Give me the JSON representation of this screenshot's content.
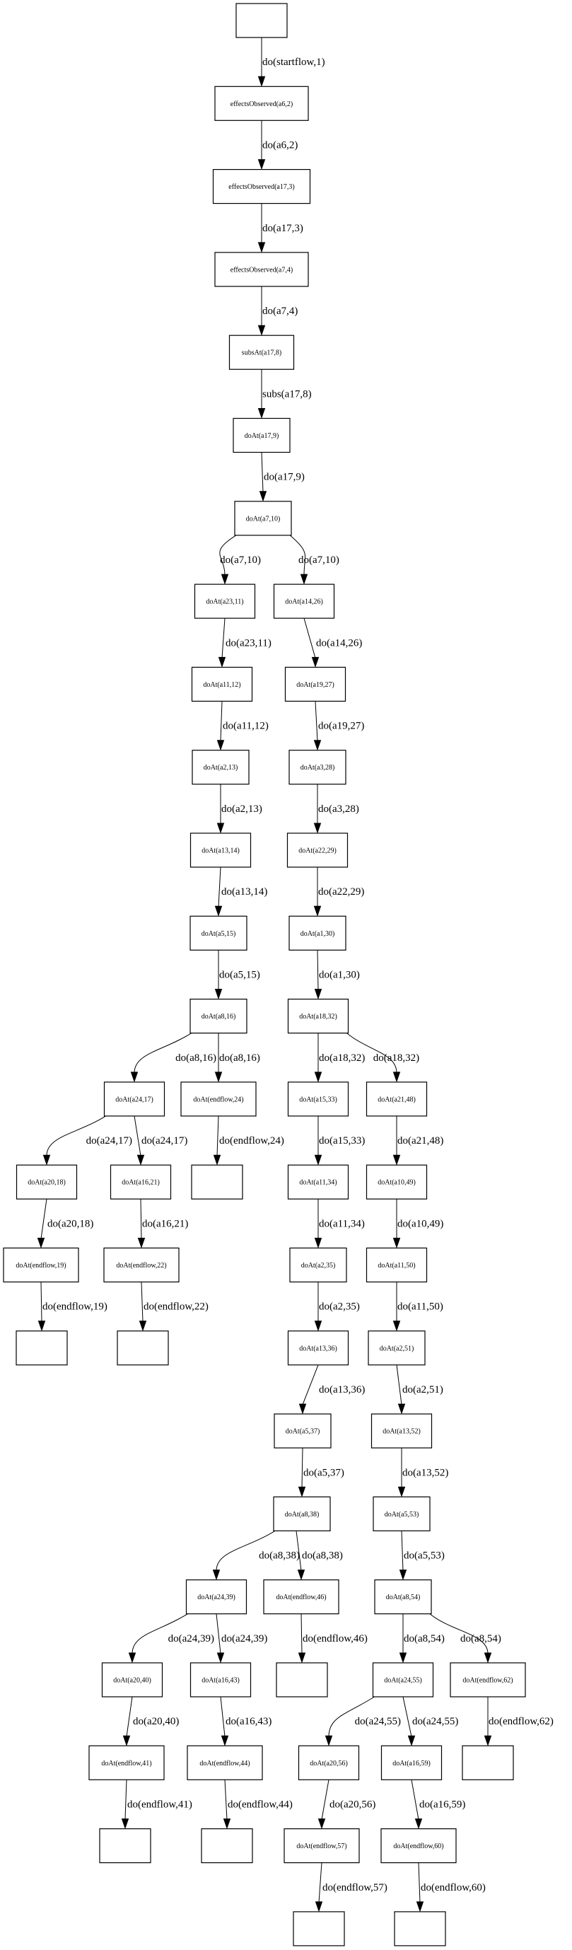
{
  "nodes": [
    {
      "id": "n0",
      "label": ""
    },
    {
      "id": "n1",
      "label": "effectsObserved(a6,2)"
    },
    {
      "id": "n2",
      "label": "effectsObserved(a17,3)"
    },
    {
      "id": "n3",
      "label": "effectsObserved(a7,4)"
    },
    {
      "id": "n4",
      "label": "subsAt(a17,8)"
    },
    {
      "id": "n5",
      "label": "doAt(a17,9)"
    },
    {
      "id": "n6",
      "label": "doAt(a7,10)"
    },
    {
      "id": "n7",
      "label": "doAt(a23,11)"
    },
    {
      "id": "n8",
      "label": "doAt(a14,26)"
    },
    {
      "id": "n9",
      "label": "doAt(a11,12)"
    },
    {
      "id": "n10",
      "label": "doAt(a19,27)"
    },
    {
      "id": "n11",
      "label": "doAt(a2,13)"
    },
    {
      "id": "n12",
      "label": "doAt(a3,28)"
    },
    {
      "id": "n13",
      "label": "doAt(a13,14)"
    },
    {
      "id": "n14",
      "label": "doAt(a22,29)"
    },
    {
      "id": "n15",
      "label": "doAt(a5,15)"
    },
    {
      "id": "n16",
      "label": "doAt(a1,30)"
    },
    {
      "id": "n17",
      "label": "doAt(a8,16)"
    },
    {
      "id": "n18",
      "label": "doAt(a18,32)"
    },
    {
      "id": "n19",
      "label": "doAt(a24,17)"
    },
    {
      "id": "n20",
      "label": "doAt(endflow,24)"
    },
    {
      "id": "n21",
      "label": "doAt(a15,33)"
    },
    {
      "id": "n22",
      "label": "doAt(a21,48)"
    },
    {
      "id": "n23",
      "label": "doAt(a20,18)"
    },
    {
      "id": "n24",
      "label": "doAt(a16,21)"
    },
    {
      "id": "n25",
      "label": ""
    },
    {
      "id": "n26",
      "label": "doAt(a11,34)"
    },
    {
      "id": "n27",
      "label": "doAt(a10,49)"
    },
    {
      "id": "n28",
      "label": "doAt(endflow,19)"
    },
    {
      "id": "n29",
      "label": "doAt(endflow,22)"
    },
    {
      "id": "n30",
      "label": "doAt(a2,35)"
    },
    {
      "id": "n31",
      "label": "doAt(a11,50)"
    },
    {
      "id": "n32",
      "label": ""
    },
    {
      "id": "n33",
      "label": ""
    },
    {
      "id": "n34",
      "label": "doAt(a13,36)"
    },
    {
      "id": "n35",
      "label": "doAt(a2,51)"
    },
    {
      "id": "n36",
      "label": "doAt(a5,37)"
    },
    {
      "id": "n37",
      "label": "doAt(a13,52)"
    },
    {
      "id": "n38",
      "label": "doAt(a8,38)"
    },
    {
      "id": "n39",
      "label": "doAt(a5,53)"
    },
    {
      "id": "n40",
      "label": "doAt(a24,39)"
    },
    {
      "id": "n41",
      "label": "doAt(endflow,46)"
    },
    {
      "id": "n42",
      "label": "doAt(a8,54)"
    },
    {
      "id": "n43",
      "label": "doAt(a20,40)"
    },
    {
      "id": "n44",
      "label": "doAt(a16,43)"
    },
    {
      "id": "n45",
      "label": ""
    },
    {
      "id": "n46",
      "label": "doAt(a24,55)"
    },
    {
      "id": "n47",
      "label": "doAt(endflow,62)"
    },
    {
      "id": "n48",
      "label": "doAt(endflow,41)"
    },
    {
      "id": "n49",
      "label": "doAt(endflow,44)"
    },
    {
      "id": "n50",
      "label": "doAt(a20,56)"
    },
    {
      "id": "n51",
      "label": "doAt(a16,59)"
    },
    {
      "id": "n52",
      "label": ""
    },
    {
      "id": "n53",
      "label": ""
    },
    {
      "id": "n54",
      "label": "doAt(endflow,57)"
    },
    {
      "id": "n55",
      "label": "doAt(endflow,60)"
    },
    {
      "id": "n56",
      "label": ""
    },
    {
      "id": "n57",
      "label": ""
    },
    {
      "id": "n58",
      "label": ""
    }
  ],
  "edges": [
    {
      "from": "n0",
      "to": "n1",
      "label": "do(startflow,1)"
    },
    {
      "from": "n1",
      "to": "n2",
      "label": "do(a6,2)"
    },
    {
      "from": "n2",
      "to": "n3",
      "label": "do(a17,3)"
    },
    {
      "from": "n3",
      "to": "n4",
      "label": "do(a7,4)"
    },
    {
      "from": "n4",
      "to": "n5",
      "label": "subs(a17,8)"
    },
    {
      "from": "n5",
      "to": "n6",
      "label": "do(a17,9)"
    },
    {
      "from": "n6",
      "to": "n7",
      "label": "do(a7,10)"
    },
    {
      "from": "n6",
      "to": "n8",
      "label": "do(a7,10)"
    },
    {
      "from": "n7",
      "to": "n9",
      "label": "do(a23,11)"
    },
    {
      "from": "n8",
      "to": "n10",
      "label": "do(a14,26)"
    },
    {
      "from": "n9",
      "to": "n11",
      "label": "do(a11,12)"
    },
    {
      "from": "n10",
      "to": "n12",
      "label": "do(a19,27)"
    },
    {
      "from": "n11",
      "to": "n13",
      "label": "do(a2,13)"
    },
    {
      "from": "n12",
      "to": "n14",
      "label": "do(a3,28)"
    },
    {
      "from": "n13",
      "to": "n15",
      "label": "do(a13,14)"
    },
    {
      "from": "n14",
      "to": "n16",
      "label": "do(a22,29)"
    },
    {
      "from": "n15",
      "to": "n17",
      "label": "do(a5,15)"
    },
    {
      "from": "n16",
      "to": "n18",
      "label": "do(a1,30)"
    },
    {
      "from": "n17",
      "to": "n19",
      "label": "do(a8,16)"
    },
    {
      "from": "n17",
      "to": "n20",
      "label": "do(a8,16)"
    },
    {
      "from": "n18",
      "to": "n21",
      "label": "do(a18,32)"
    },
    {
      "from": "n18",
      "to": "n22",
      "label": "do(a18,32)"
    },
    {
      "from": "n19",
      "to": "n23",
      "label": "do(a24,17)"
    },
    {
      "from": "n19",
      "to": "n24",
      "label": "do(a24,17)"
    },
    {
      "from": "n20",
      "to": "n25",
      "label": "do(endflow,24)"
    },
    {
      "from": "n21",
      "to": "n26",
      "label": "do(a15,33)"
    },
    {
      "from": "n22",
      "to": "n27",
      "label": "do(a21,48)"
    },
    {
      "from": "n23",
      "to": "n28",
      "label": "do(a20,18)"
    },
    {
      "from": "n24",
      "to": "n29",
      "label": "do(a16,21)"
    },
    {
      "from": "n26",
      "to": "n30",
      "label": "do(a11,34)"
    },
    {
      "from": "n27",
      "to": "n31",
      "label": "do(a10,49)"
    },
    {
      "from": "n28",
      "to": "n32",
      "label": "do(endflow,19)"
    },
    {
      "from": "n29",
      "to": "n33",
      "label": "do(endflow,22)"
    },
    {
      "from": "n30",
      "to": "n34",
      "label": "do(a2,35)"
    },
    {
      "from": "n31",
      "to": "n35",
      "label": "do(a11,50)"
    },
    {
      "from": "n34",
      "to": "n36",
      "label": "do(a13,36)"
    },
    {
      "from": "n35",
      "to": "n37",
      "label": "do(a2,51)"
    },
    {
      "from": "n36",
      "to": "n38",
      "label": "do(a5,37)"
    },
    {
      "from": "n37",
      "to": "n39",
      "label": "do(a13,52)"
    },
    {
      "from": "n38",
      "to": "n40",
      "label": "do(a8,38)"
    },
    {
      "from": "n38",
      "to": "n41",
      "label": "do(a8,38)"
    },
    {
      "from": "n39",
      "to": "n42",
      "label": "do(a5,53)"
    },
    {
      "from": "n40",
      "to": "n43",
      "label": "do(a24,39)"
    },
    {
      "from": "n40",
      "to": "n44",
      "label": "do(a24,39)"
    },
    {
      "from": "n41",
      "to": "n45",
      "label": "do(endflow,46)"
    },
    {
      "from": "n42",
      "to": "n46",
      "label": "do(a8,54)"
    },
    {
      "from": "n42",
      "to": "n47",
      "label": "do(a8,54)"
    },
    {
      "from": "n43",
      "to": "n48",
      "label": "do(a20,40)"
    },
    {
      "from": "n44",
      "to": "n49",
      "label": "do(a16,43)"
    },
    {
      "from": "n46",
      "to": "n50",
      "label": "do(a24,55)"
    },
    {
      "from": "n46",
      "to": "n51",
      "label": "do(a24,55)"
    },
    {
      "from": "n47",
      "to": "n52",
      "label": "do(endflow,62)"
    },
    {
      "from": "n48",
      "to": "n53",
      "label": "do(endflow,41)"
    },
    {
      "from": "n49",
      "to": "n56",
      "label": "do(endflow,44)"
    },
    {
      "from": "n50",
      "to": "n54",
      "label": "do(a20,56)"
    },
    {
      "from": "n51",
      "to": "n55",
      "label": "do(a16,59)"
    },
    {
      "from": "n54",
      "to": "n57",
      "label": "do(endflow,57)"
    },
    {
      "from": "n55",
      "to": "n58",
      "label": "do(endflow,60)"
    }
  ]
}
